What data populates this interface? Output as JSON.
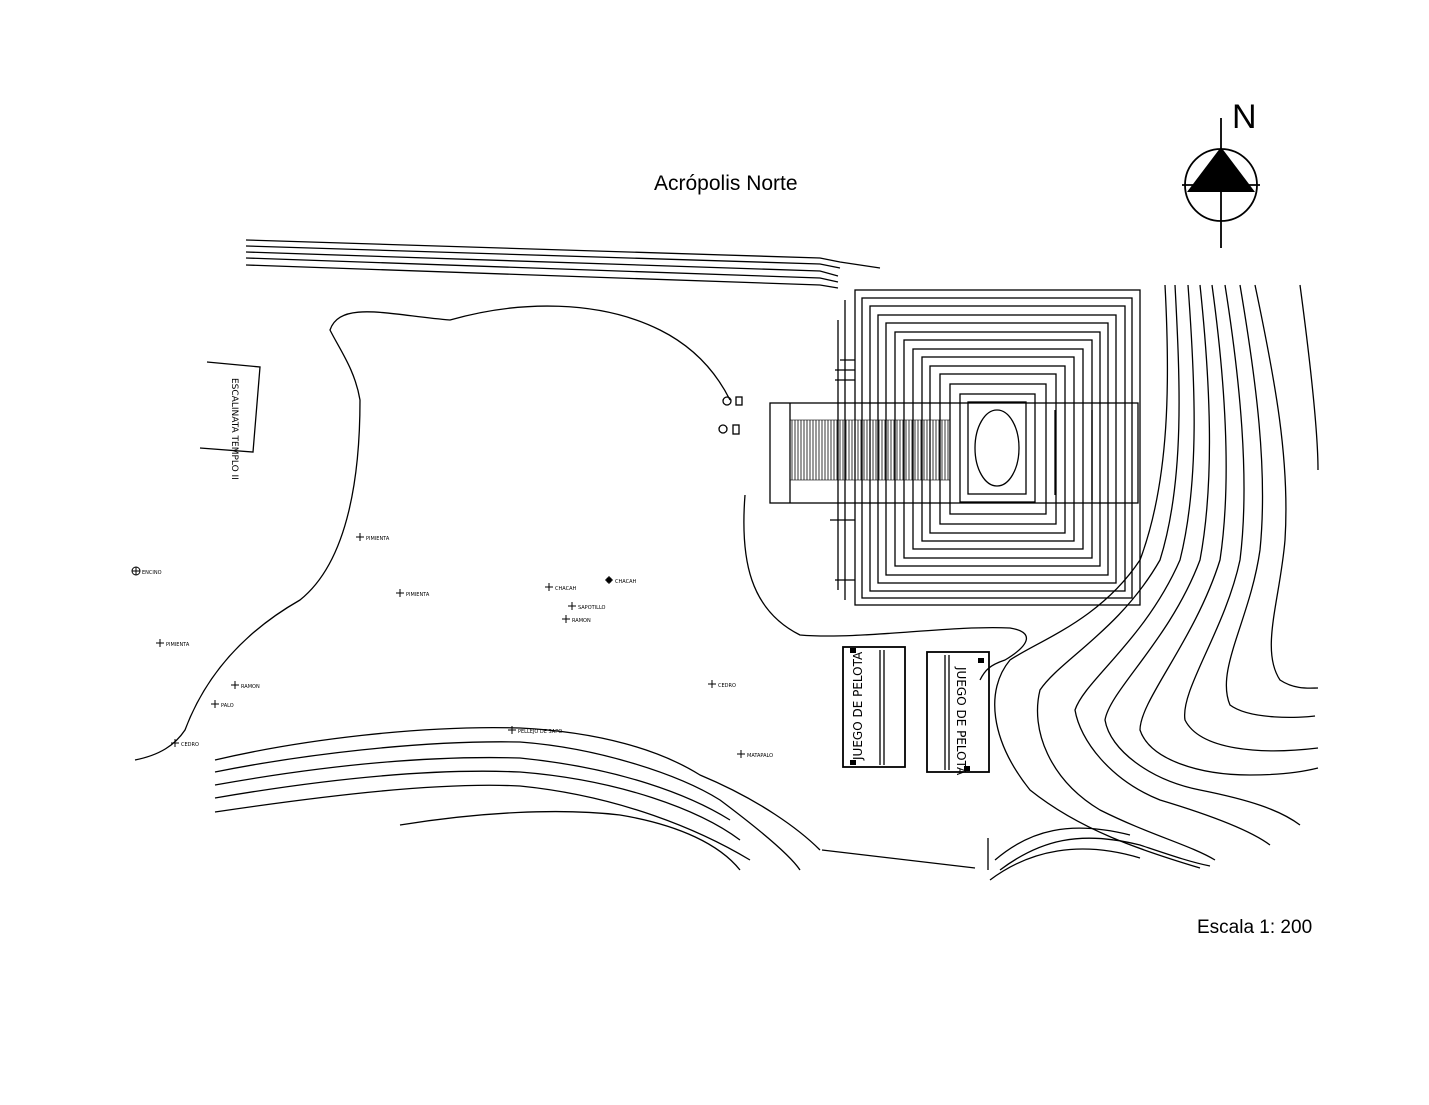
{
  "map": {
    "title": "Acrópolis Norte",
    "scale": "Escala 1: 200",
    "north_label": "N"
  },
  "structures": {
    "escalinata": "ESCALINATA TEMPLO II",
    "ballcourt_west": "JUEGO DE PELOTA",
    "ballcourt_east": "JUEGO DE PELOTA"
  },
  "trees": [
    {
      "label": "PIMIENTA"
    },
    {
      "label": "ENCINO"
    },
    {
      "label": "CHACAH"
    },
    {
      "label": "CHACAH"
    },
    {
      "label": "SAPOTILLO"
    },
    {
      "label": "RAMON"
    },
    {
      "label": "PIMIENTA"
    },
    {
      "label": "PIMIENTA"
    },
    {
      "label": "CEDRO"
    },
    {
      "label": "RAMON"
    },
    {
      "label": "PALO"
    },
    {
      "label": "CEDRO"
    },
    {
      "label": "PELLEJO DE SAPO"
    },
    {
      "label": "MATAPALO"
    }
  ],
  "icons": {
    "north_arrow": "north-arrow-icon",
    "tree_marker": "cross-marker-icon"
  }
}
